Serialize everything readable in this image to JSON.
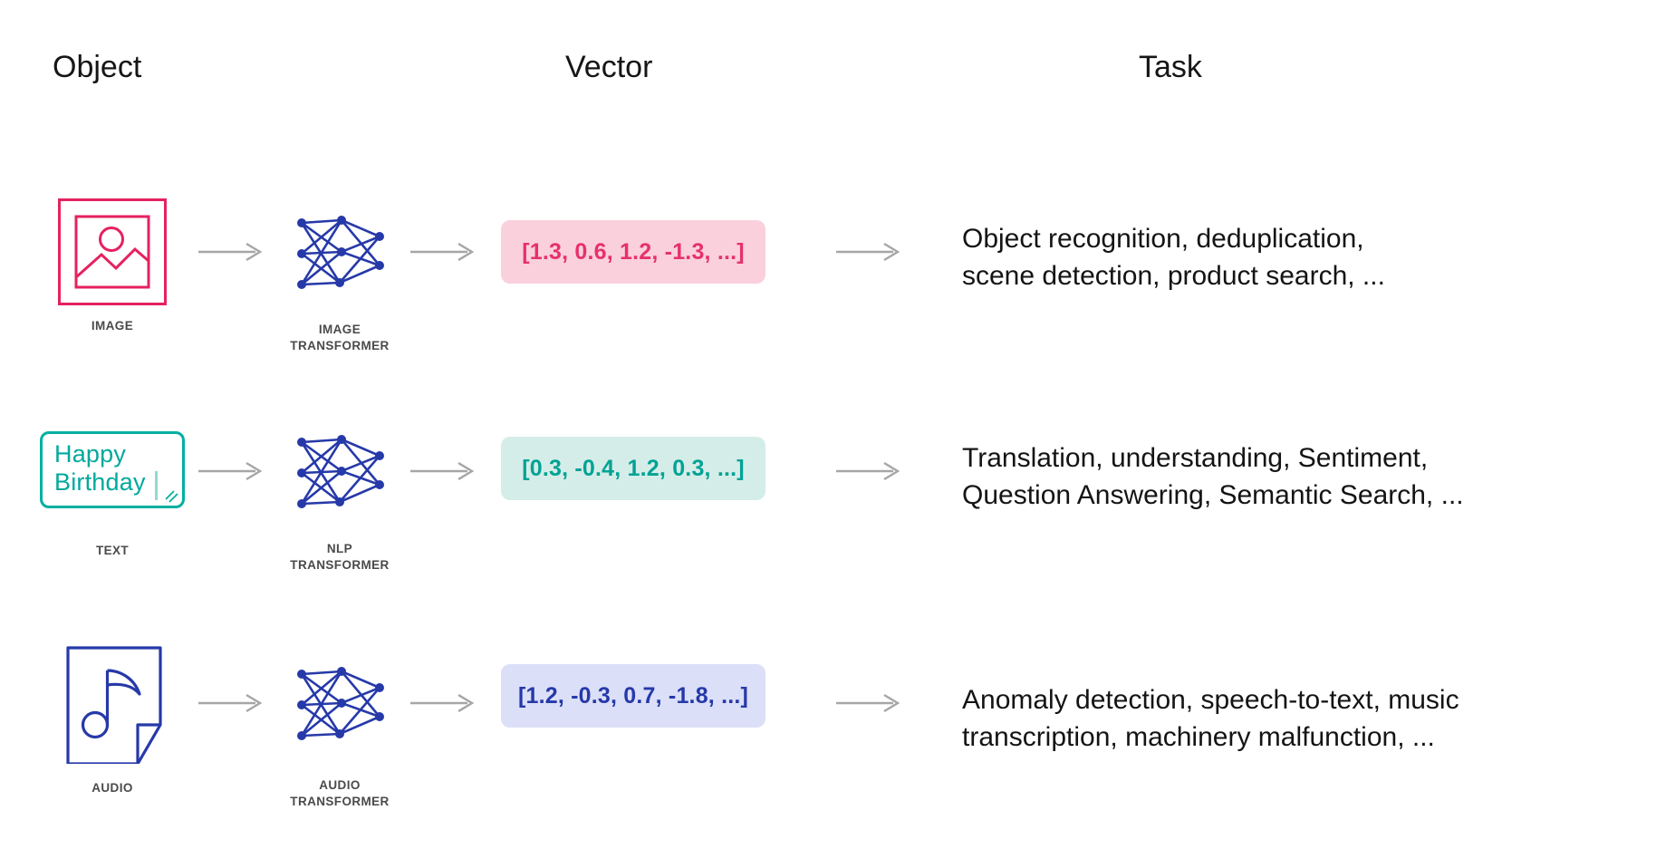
{
  "headers": {
    "object": "Object",
    "vector": "Vector",
    "task": "Task"
  },
  "rows": [
    {
      "object_label": "IMAGE",
      "transformer_label": [
        "IMAGE",
        "TRANSFORMER"
      ],
      "vector": "[1.3, 0.6, 1.2, -1.3, ...]",
      "task": [
        "Object recognition, deduplication,",
        "scene detection, product search, ..."
      ]
    },
    {
      "object_label": "TEXT",
      "object_text": [
        "Happy",
        "Birthday"
      ],
      "transformer_label": [
        "NLP",
        "TRANSFORMER"
      ],
      "vector": "[0.3, -0.4, 1.2, 0.3, ...]",
      "task": [
        "Translation, understanding, Sentiment,",
        "Question Answering, Semantic Search, ..."
      ]
    },
    {
      "object_label": "AUDIO",
      "transformer_label": [
        "AUDIO",
        "TRANSFORMER"
      ],
      "vector": "[1.2, -0.3, 0.7, -1.8, ...]",
      "task": [
        "Anomaly detection, speech-to-text, music",
        "transcription, machinery malfunction, ..."
      ]
    }
  ],
  "colors": {
    "pink": "#E6215F",
    "pink_bg": "#FAD0DC",
    "pink_text": "#E6316B",
    "teal": "#00AFA2",
    "teal_text": "#00A295",
    "teal_bg": "#D5EDE8",
    "blue": "#2639A9",
    "blue_bg": "#DBDFF7",
    "arrow_gray": "#A6A6A6",
    "label_gray": "#4A4A4A",
    "text_black": "#141414"
  }
}
